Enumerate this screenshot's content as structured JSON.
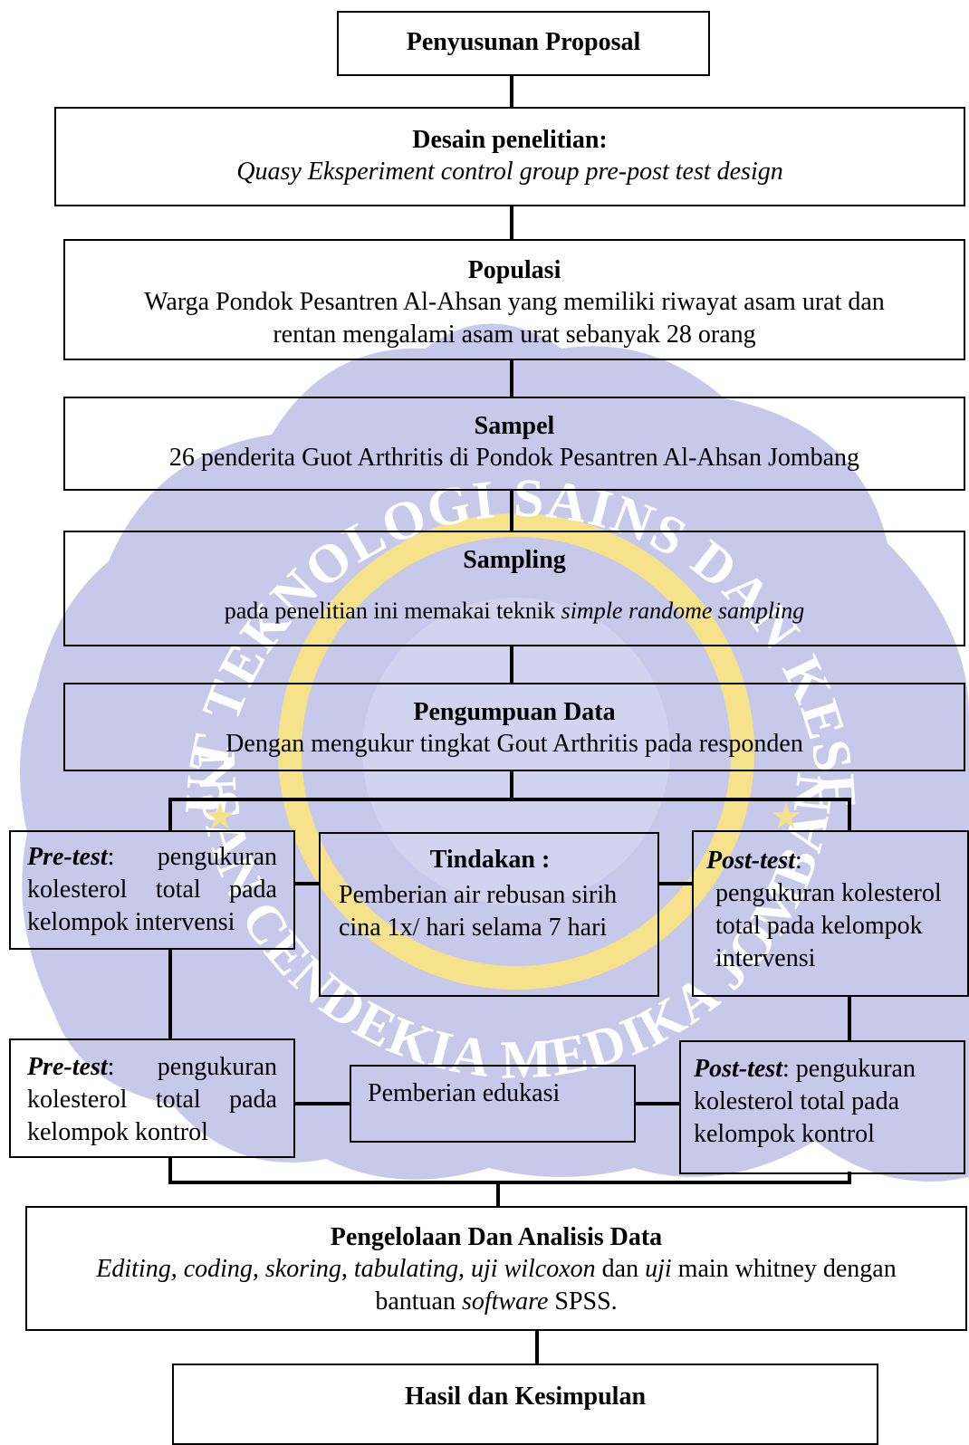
{
  "watermark": {
    "arc_top": "INSTITUT TEKNOLOGI SAINS DAN KESEHATAN",
    "arc_bottom": "INSAN CENDEKIA MEDIKA JOMBANG",
    "colors": {
      "fill": "#c7c9ea",
      "ring": "#f6e28a",
      "text": "#ffffff"
    }
  },
  "boxes": {
    "proposal": {
      "title": "Penyusunan Proposal"
    },
    "desain": {
      "title": "Desain penelitian:",
      "text": "Quasy Eksperiment control group pre-post test design"
    },
    "populasi": {
      "title": "Populasi",
      "line1": "Warga Pondok Pesantren Al-Ahsan yang memiliki riwayat asam urat dan",
      "line2": "rentan mengalami asam urat sebanyak 28 orang"
    },
    "sampel": {
      "title": "Sampel",
      "text": "26 penderita Guot Arthritis di Pondok Pesantren Al-Ahsan Jombang"
    },
    "sampling": {
      "title": "Sampling",
      "text_pre": "pada penelitian ini memakai teknik ",
      "text_em": "simple randome sampling"
    },
    "pengumpulan": {
      "title": "Pengumpuan Data",
      "text": "Dengan mengukur tingkat Gout Arthritis pada responden"
    },
    "pretest_int": {
      "label": "Pre-test",
      "text": ":  pengukuran kolesterol total pada kelompok intervensi"
    },
    "tindakan": {
      "title": "Tindakan :",
      "text": "Pemberian air rebusan sirih cina 1x/ hari selama 7 hari"
    },
    "posttest_int": {
      "label": "Post-test",
      "colon": ":",
      "text": "pengukuran kolesterol total pada kelompok intervensi"
    },
    "pretest_ktr": {
      "label": "Pre-test",
      "text": ":  pengukuran kolesterol total pada kelompok kontrol"
    },
    "edukasi": {
      "text": "Pemberian edukasi"
    },
    "posttest_ktr": {
      "label": "Post-test",
      "text": ": pengukuran kolesterol total pada kelompok kontrol"
    },
    "analisis": {
      "title": "Pengelolaan Dan Analisis Data",
      "l1_a": "Editing, coding, skoring, tabulating, uji wilcoxon",
      "l1_b": " dan ",
      "l1_c": "uji",
      "l1_d": " main whitney dengan",
      "l2_a": "bantuan ",
      "l2_b": "software",
      "l2_c": " SPSS."
    },
    "hasil": {
      "title": "Hasil dan Kesimpulan"
    }
  }
}
